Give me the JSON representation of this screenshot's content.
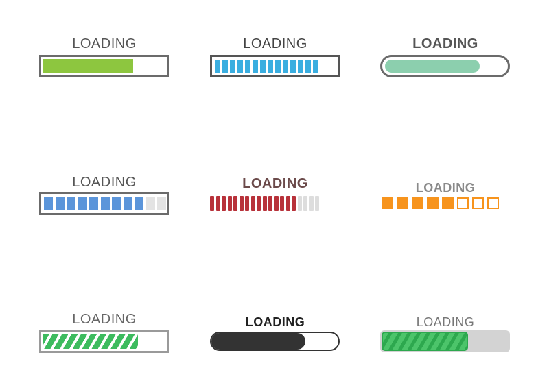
{
  "colors": {
    "gray_text": "#555555",
    "gray_border": "#6b6b6b",
    "green": "#8dc63f",
    "blue": "#3aaee0",
    "mint": "#8ccfae",
    "steel_blue": "#5b95da",
    "crimson": "#b8323a",
    "orange": "#f7941d",
    "stripe_green": "#3dbb5e",
    "dark": "#333333",
    "light_gray": "#d9d9d9"
  },
  "bars": [
    {
      "label": "LOADING",
      "style": "solid-green",
      "progress": 0.74
    },
    {
      "label": "LOADING",
      "style": "segmented-blue",
      "segments_total": 16,
      "segments_filled": 14
    },
    {
      "label": "LOADING",
      "style": "pill-mint",
      "progress": 0.8
    },
    {
      "label": "LOADING",
      "style": "segmented-steel",
      "segments_total": 11,
      "segments_filled": 9
    },
    {
      "label": "LOADING",
      "style": "segmented-crimson",
      "segments_total": 19,
      "segments_filled": 15
    },
    {
      "label": "LOADING",
      "style": "squares-orange",
      "segments_total": 8,
      "segments_filled": 5
    },
    {
      "label": "LOADING",
      "style": "striped-green",
      "progress": 0.78
    },
    {
      "label": "LOADING",
      "style": "pill-dark",
      "progress": 0.74
    },
    {
      "label": "LOADING",
      "style": "striped-green-pill",
      "progress": 0.68
    }
  ]
}
